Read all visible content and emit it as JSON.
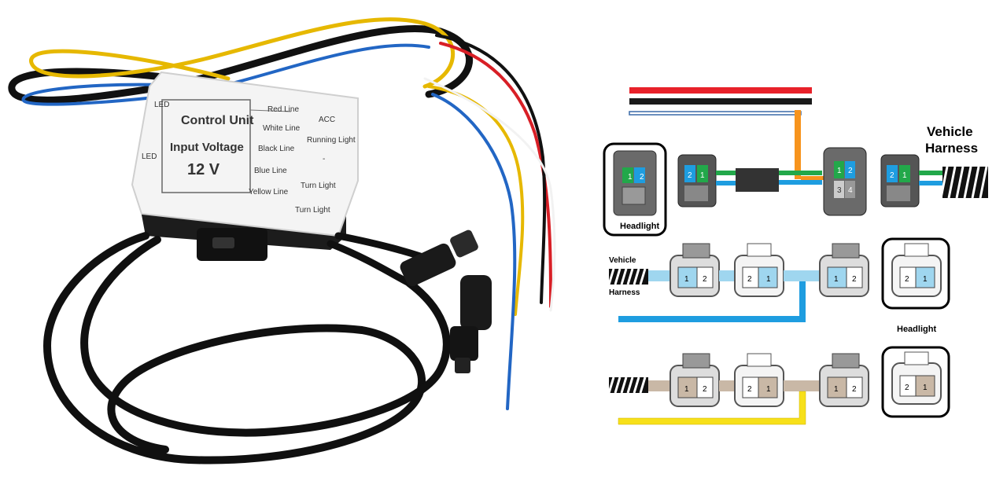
{
  "control_unit": {
    "title": "Control Unit",
    "input_label": "Input Voltage",
    "voltage": "12 V",
    "led_top": "LED",
    "led_bottom": "LED",
    "lines": [
      {
        "name": "Red Line",
        "function": "ACC"
      },
      {
        "name": "White Line",
        "function": "Running Light"
      },
      {
        "name": "Black Line",
        "function": "-"
      },
      {
        "name": "Blue Line",
        "function": "Turn Light"
      },
      {
        "name": "Yellow Line",
        "function": "Turn Light"
      }
    ]
  },
  "diagram": {
    "vehicle_harness_top": "Vehicle\nHarness",
    "vehicle_harness_top_l1": "Vehicle",
    "vehicle_harness_top_l2": "Harness",
    "headlight_top": "Headlight",
    "vehicle_mid_l1": "Vehicle",
    "harness_mid": "Harness",
    "headlight_mid": "Headlight",
    "pin_labels": {
      "one": "1",
      "two": "2",
      "three": "3",
      "four": "4"
    }
  },
  "colors": {
    "red_wire": "#e8212a",
    "black_wire": "#1a1a1a",
    "blue_wire": "#1e9de0",
    "yellow_wire": "#f7e01a",
    "orange_wire": "#f7941d",
    "green_pin": "#22a84a",
    "blue_pin": "#1e9de0",
    "light_blue_pin": "#9fd6ef",
    "tan_pin": "#c9b8a6"
  }
}
